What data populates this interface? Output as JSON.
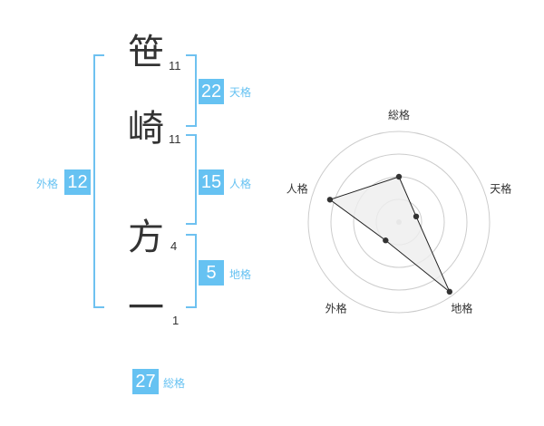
{
  "name": {
    "chars": [
      {
        "char": "笹",
        "strokes": "11"
      },
      {
        "char": "崎",
        "strokes": "11"
      },
      {
        "char": "方",
        "strokes": "4"
      },
      {
        "char": "一",
        "strokes": "1"
      }
    ]
  },
  "kaku": {
    "tenkaku": {
      "value": "22",
      "label": "天格"
    },
    "jinkaku": {
      "value": "15",
      "label": "人格"
    },
    "chikaku": {
      "value": "5",
      "label": "地格"
    },
    "gaikaku": {
      "value": "12",
      "label": "外格"
    },
    "soukaku": {
      "value": "27",
      "label": "総格"
    }
  },
  "colors": {
    "accent": "#66c2f2",
    "bracket": "#6ec1f0",
    "ring": "#cccccc",
    "fill": "#eeeeee"
  },
  "chart_data": {
    "type": "radar",
    "axes": [
      "総格",
      "天格",
      "地格",
      "外格",
      "人格"
    ],
    "values": [
      0.5,
      0.2,
      0.95,
      0.25,
      0.8
    ],
    "rings": 4
  }
}
